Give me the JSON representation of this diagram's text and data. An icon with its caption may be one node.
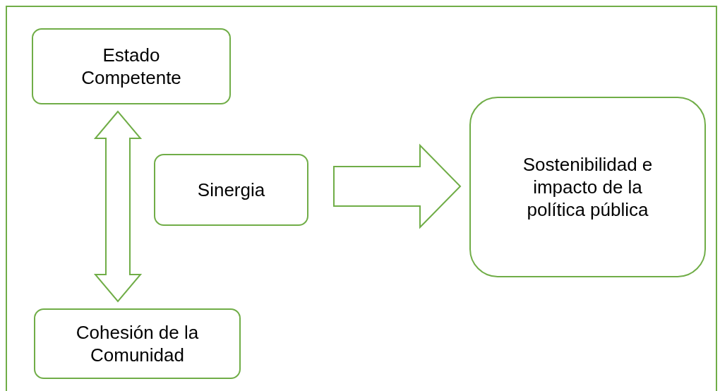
{
  "diagram": {
    "nodes": [
      {
        "text": [
          "Estado Competente"
        ]
      },
      {
        "text": [
          "Sinergia"
        ]
      },
      {
        "text": [
          "Sostenibilidad e impacto de la política pública"
        ]
      },
      {
        "text": [
          "Cohesión de la Comunidad"
        ]
      }
    ],
    "edges": [
      {
        "from": 0,
        "to": 3,
        "arrow": "both"
      },
      {
        "from": 1,
        "to": 2,
        "arrow": "to"
      }
    ]
  }
}
